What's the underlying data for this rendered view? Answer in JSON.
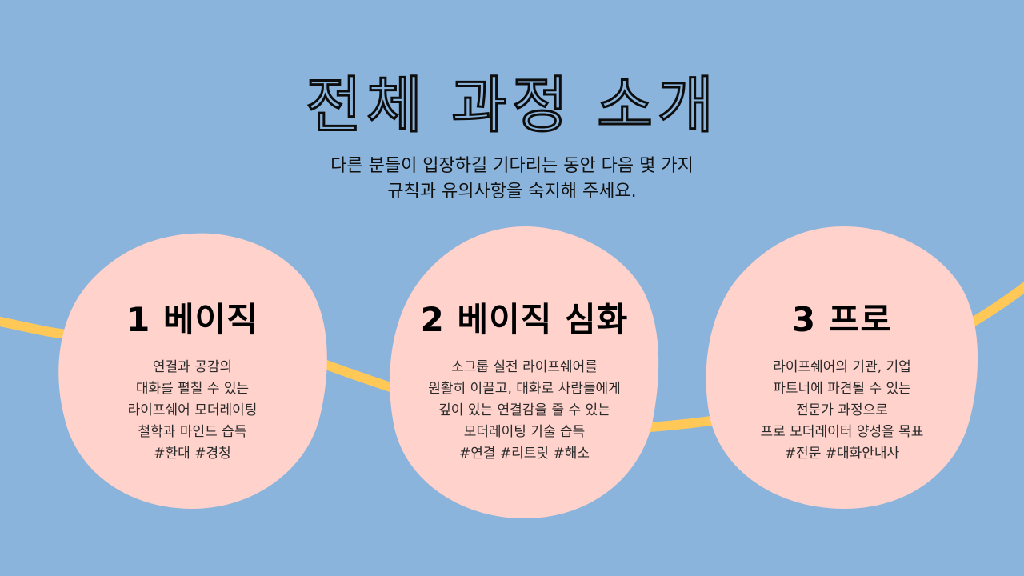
{
  "colors": {
    "background": "#8ab4dc",
    "blob": "#ffd2cc",
    "connector": "#ffc857",
    "title_outline": "#0d0d0d"
  },
  "header": {
    "title": "전체 과정 소개",
    "subtitle_lines": [
      "다른 분들이 입장하길 기다리는 동안 다음 몇 가지",
      "규칙과 유의사항을 숙지해 주세요."
    ]
  },
  "courses": [
    {
      "heading": "1 베이직",
      "lines": [
        "연결과 공감의",
        "대화를 펼칠 수 있는",
        "라이프쉐어 모더레이팅",
        "철학과 마인드 습득",
        "#환대 #경청"
      ]
    },
    {
      "heading": "2 베이직 심화",
      "lines": [
        "소그룹 실전 라이프쉐어를",
        "원활히 이끌고, 대화로 사람들에게",
        "깊이 있는 연결감을 줄 수 있는",
        "모더레이팅 기술 습득",
        "#연결 #리트릿 #해소"
      ]
    },
    {
      "heading": "3 프로",
      "lines": [
        "라이프쉐어의 기관, 기업",
        "파트너에 파견될 수 있는",
        "전문가 과정으로",
        "프로 모더레이터 양성을 목표",
        "#전문 #대화안내사"
      ]
    }
  ]
}
